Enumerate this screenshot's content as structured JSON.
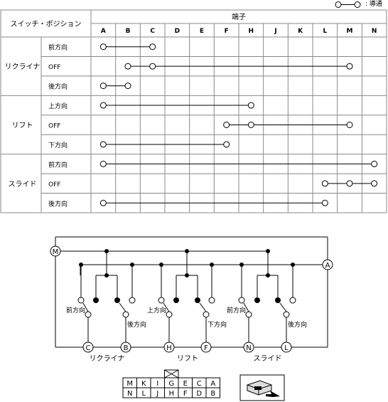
{
  "legend": {
    "label": ": 導通"
  },
  "table": {
    "header_switch_position": "スイッチ・ポジション",
    "header_terminal": "端子",
    "terminals": [
      "A",
      "B",
      "C",
      "D",
      "E",
      "F",
      "H",
      "J",
      "K",
      "L",
      "M",
      "N"
    ],
    "groups": [
      {
        "name": "リクライナ",
        "rows": [
          {
            "position": "前方向",
            "connected": [
              "A",
              "C"
            ]
          },
          {
            "position": "OFF",
            "connected": [
              "B",
              "C",
              "M"
            ]
          },
          {
            "position": "後方向",
            "connected": [
              "A",
              "B"
            ]
          }
        ]
      },
      {
        "name": "リフト",
        "rows": [
          {
            "position": "上方向",
            "connected": [
              "A",
              "H"
            ]
          },
          {
            "position": "OFF",
            "connected": [
              "F",
              "H",
              "M"
            ]
          },
          {
            "position": "下方向",
            "connected": [
              "A",
              "F"
            ]
          }
        ]
      },
      {
        "name": "スライド",
        "rows": [
          {
            "position": "前方向",
            "connected": [
              "A",
              "N"
            ]
          },
          {
            "position": "OFF",
            "connected": [
              "L",
              "M",
              "N"
            ]
          },
          {
            "position": "後方向",
            "connected": [
              "A",
              "L"
            ]
          }
        ]
      }
    ]
  },
  "circuit": {
    "terminal_M": "M",
    "terminal_A": "A",
    "bottom_terminals": [
      "C",
      "B",
      "H",
      "F",
      "N",
      "L"
    ],
    "group_labels": [
      "リクライナ",
      "リフト",
      "スライド"
    ],
    "forward_label": "前方向",
    "backward_label": "後方向",
    "up_label": "上方向",
    "down_label": "下方向"
  },
  "connector": {
    "row1": [
      "M",
      "K",
      "I",
      "G",
      "E",
      "C",
      "A"
    ],
    "row2": [
      "N",
      "L",
      "J",
      "H",
      "F",
      "D",
      "B"
    ]
  }
}
